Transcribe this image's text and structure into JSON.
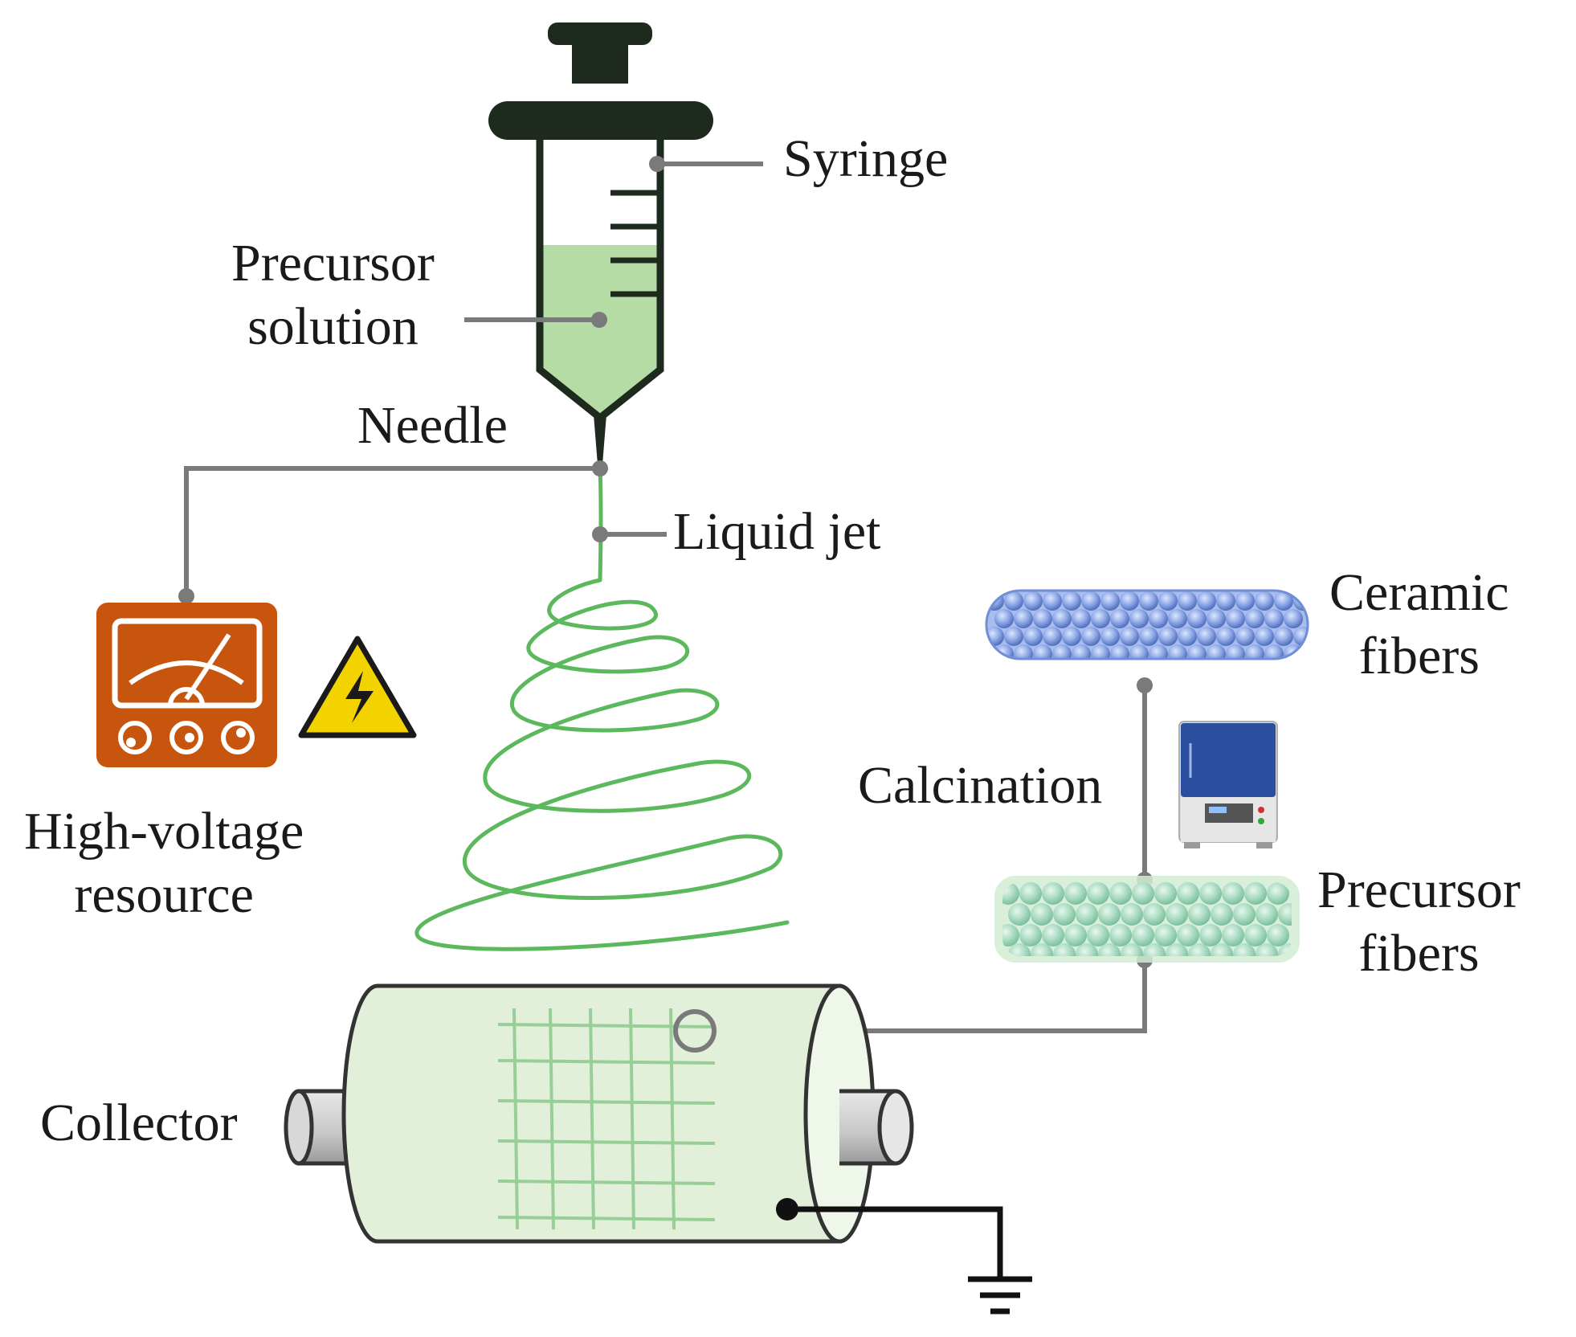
{
  "labels": {
    "syringe": "Syringe",
    "precursor_solution_l1": "Precursor",
    "precursor_solution_l2": "solution",
    "needle": "Needle",
    "liquid_jet": "Liquid jet",
    "high_voltage_l1": "High-voltage",
    "high_voltage_l2": "resource",
    "ceramic_fibers_l1": "Ceramic",
    "ceramic_fibers_l2": "fibers",
    "calcination": "Calcination",
    "precursor_fibers_l1": "Precursor",
    "precursor_fibers_l2": "fibers",
    "collector": "Collector"
  },
  "colors": {
    "syringe_dark": "#1e2a1e",
    "solution_green": "#b5dca5",
    "jet_green": "#5cb85c",
    "leader_gray": "#7a7a7a",
    "power_orange": "#c8550e",
    "warning_yellow": "#f2d300",
    "ceramic_blue": "#7a98d8",
    "precursor_fiber_green": "#a8d8c0",
    "collector_green": "#e2f0da",
    "furnace_blue": "#2a4f9e"
  },
  "icons": [
    "syringe-icon",
    "high-voltage-meter-icon",
    "warning-high-voltage-icon",
    "furnace-icon",
    "ground-icon"
  ]
}
